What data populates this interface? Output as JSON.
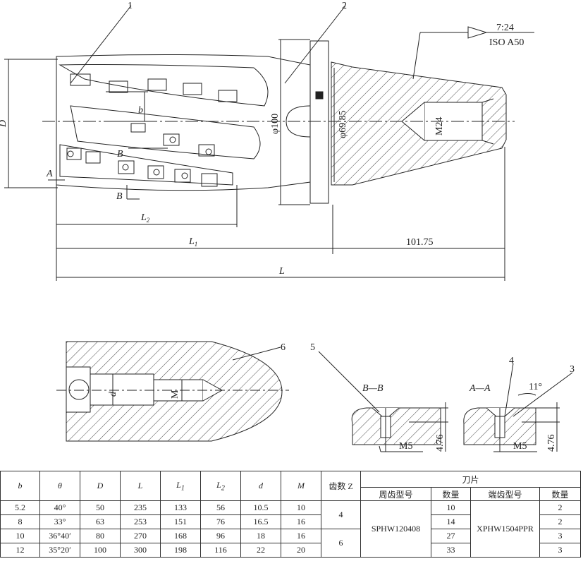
{
  "drawing": {
    "callouts": [
      "1",
      "2",
      "3",
      "4",
      "5",
      "6"
    ],
    "taper": {
      "ratio": "7:24",
      "standard": "ISO A50"
    },
    "dimensions": {
      "D": "D",
      "b": "b",
      "d": "d",
      "M": "M",
      "L": "L",
      "L1": "L",
      "L1_sub": "1",
      "L2": "L",
      "L2_sub": "2",
      "phi100": "φ100",
      "phi6985": "φ69.85",
      "M24": "M24",
      "len10175": "101.75",
      "M5_a": "M5",
      "M5_b": "M5",
      "h476_a": "4.76",
      "h476_b": "4.76",
      "angle11": "11°"
    },
    "section_labels": {
      "A": "A",
      "B": "B",
      "BB": "B—B",
      "AA": "A—A"
    }
  },
  "table": {
    "headers": {
      "b": "b",
      "theta": "θ",
      "D": "D",
      "L": "L",
      "L1": "L",
      "L1_sub": "1",
      "L2": "L",
      "L2_sub": "2",
      "d": "d",
      "M": "M",
      "teeth": "齿数 Z",
      "inserts": "刀片",
      "peri_type": "周齿型号",
      "peri_qty": "数量",
      "end_type": "端齿型号",
      "end_qty": "数量"
    },
    "rows": [
      {
        "b": "5.2",
        "theta": "40°",
        "D": "50",
        "L": "235",
        "L1": "133",
        "L2": "56",
        "d": "10.5",
        "M": "10",
        "peri_qty": "10",
        "end_qty": "2"
      },
      {
        "b": "8",
        "theta": "33°",
        "D": "63",
        "L": "253",
        "L1": "151",
        "L2": "76",
        "d": "16.5",
        "M": "16",
        "peri_qty": "14",
        "end_qty": "2"
      },
      {
        "b": "10",
        "theta": "36°40′",
        "D": "80",
        "L": "270",
        "L1": "168",
        "L2": "96",
        "d": "18",
        "M": "16",
        "peri_qty": "27",
        "end_qty": "3"
      },
      {
        "b": "12",
        "theta": "35°20′",
        "D": "100",
        "L": "300",
        "L1": "198",
        "L2": "116",
        "d": "22",
        "M": "20",
        "peri_qty": "33",
        "end_qty": "3"
      }
    ],
    "teeth_groups": [
      "4",
      "6"
    ],
    "peri_type_value": "SPHW120408",
    "end_type_value": "XPHW1504PPR"
  }
}
